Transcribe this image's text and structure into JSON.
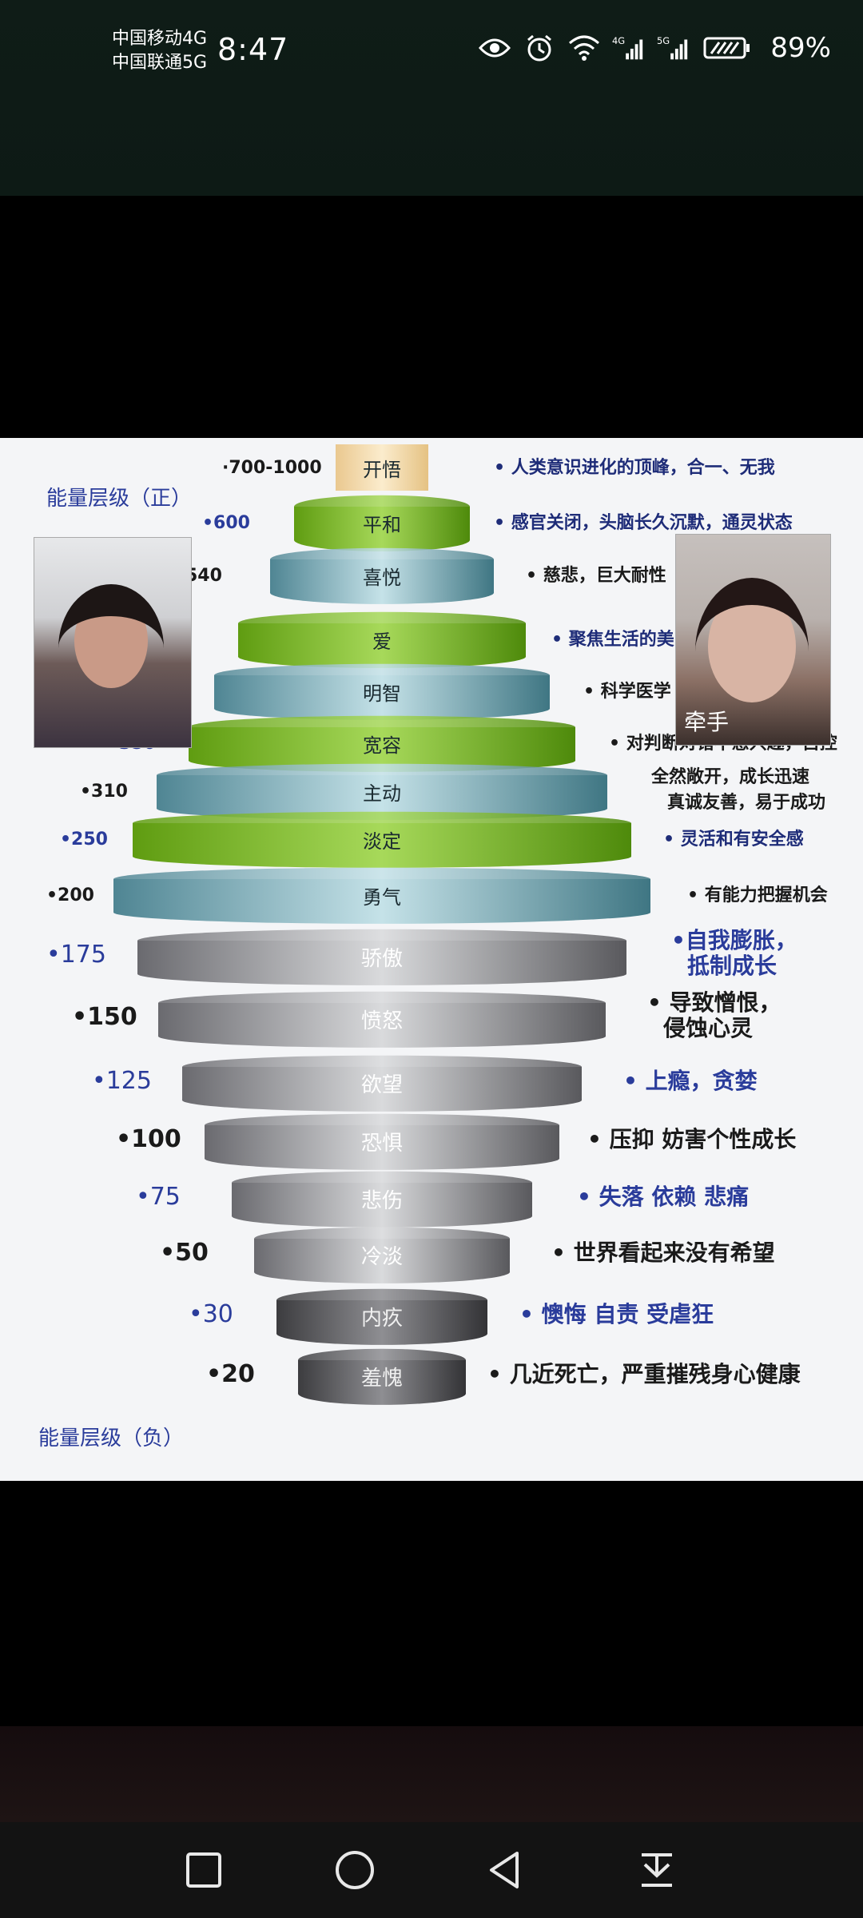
{
  "status_bar": {
    "carrier1": "中国移动4G",
    "carrier2": "中国联通5G",
    "time": "8:47",
    "signal1": "4G",
    "signal2": "5G",
    "battery": "89%",
    "icons": [
      "eye-icon",
      "alarm-icon",
      "wifi-icon",
      "signal-4g-icon",
      "signal-5g-icon",
      "battery-saver-icon"
    ]
  },
  "slide": {
    "header_positive": "能量层级（正）",
    "header_negative": "能量层级（负）",
    "levels": [
      {
        "name": "开悟",
        "value": "·700-1000",
        "desc": "• 人类意识进化的顶峰，合一、无我"
      },
      {
        "name": "平和",
        "value": "•600",
        "desc": "• 感官关闭，头脑长久沉默，通灵状态"
      },
      {
        "name": "喜悦",
        "value": "540",
        "desc": "• 慈悲，巨大耐性"
      },
      {
        "name": "爱",
        "value": "",
        "desc": "• 聚焦生活的美"
      },
      {
        "name": "明智",
        "value": "",
        "desc": "• 科学医学"
      },
      {
        "name": "宽容",
        "value": "•350",
        "desc": "• 对判断对错不感兴趣，自控"
      },
      {
        "name": "主动",
        "value": "•310",
        "desc": "全然敞开，成长迅速",
        "desc2": "真诚友善，易于成功"
      },
      {
        "name": "淡定",
        "value": "•250",
        "desc": "• 灵活和有安全感"
      },
      {
        "name": "勇气",
        "value": "•200",
        "desc": "• 有能力把握机会"
      },
      {
        "name": "骄傲",
        "value": "•175",
        "desc": "•自我膨胀，",
        "desc2": "抵制成长"
      },
      {
        "name": "愤怒",
        "value": "•150",
        "desc": "• 导致憎恨，",
        "desc2": "侵蚀心灵"
      },
      {
        "name": "欲望",
        "value": "•125",
        "desc": "• 上瘾，贪婪"
      },
      {
        "name": "恐惧",
        "value": "•100",
        "desc": "• 压抑 妨害个性成长"
      },
      {
        "name": "悲伤",
        "value": "•75",
        "desc": "• 失落 依赖 悲痛"
      },
      {
        "name": "冷淡",
        "value": "•50",
        "desc": "• 世界看起来没有希望"
      },
      {
        "name": "内疚",
        "value": "•30",
        "desc": "• 懊悔 自责 受虐狂"
      },
      {
        "name": "羞愧",
        "value": "•20",
        "desc": "• 几近死亡，严重摧残身心健康"
      }
    ]
  },
  "pip_right_label": "牵手",
  "nav": {
    "icons": [
      "recents-icon",
      "home-icon",
      "back-icon",
      "notification-drawer-icon"
    ]
  }
}
